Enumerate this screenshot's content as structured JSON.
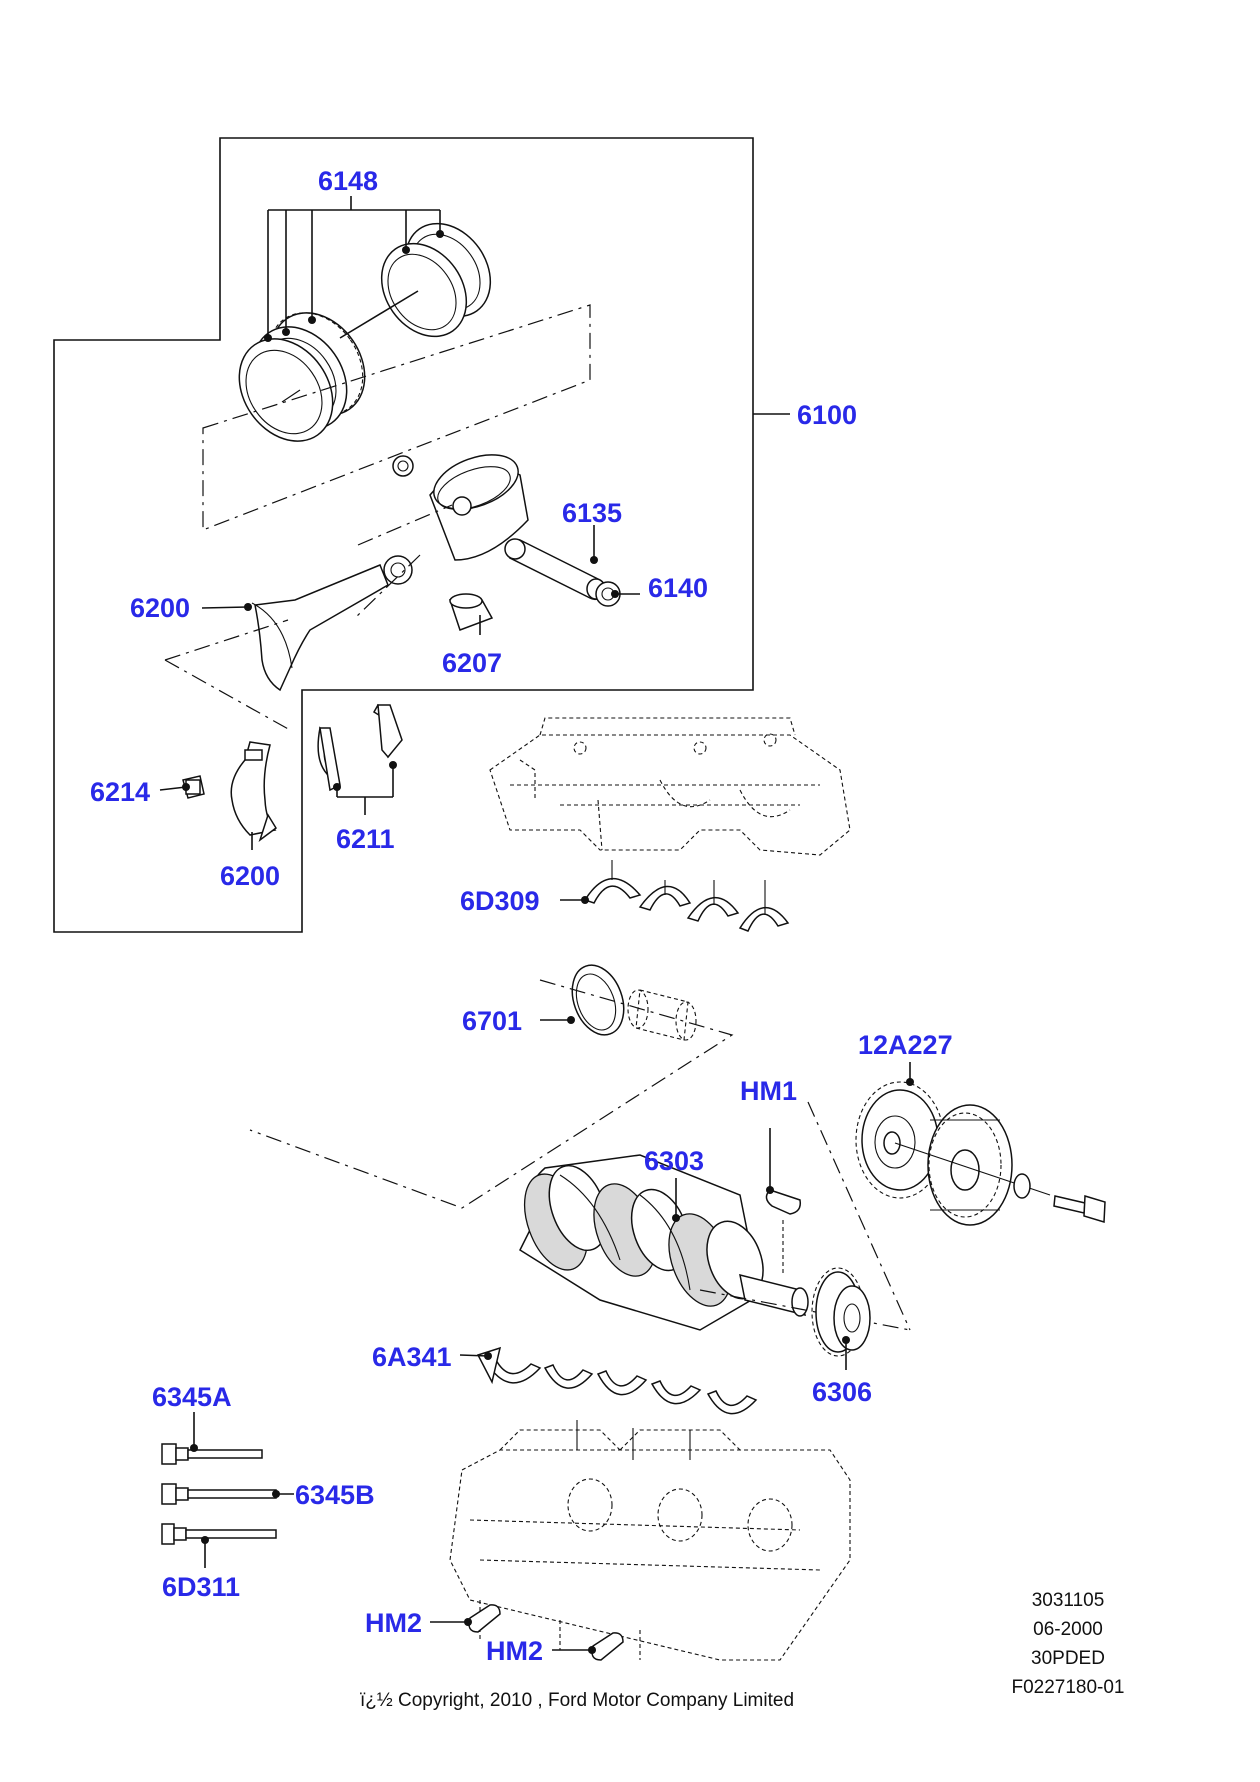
{
  "callouts": {
    "c6148": "6148",
    "c6100": "6100",
    "c6135": "6135",
    "c6140": "6140",
    "c6200a": "6200",
    "c6207": "6207",
    "c6214": "6214",
    "c6200b": "6200",
    "c6211": "6211",
    "c6D309": "6D309",
    "c6701": "6701",
    "c12A227": "12A227",
    "cHM1": "HM1",
    "c6303": "6303",
    "c6A341": "6A341",
    "c6306": "6306",
    "c6345A": "6345A",
    "c6345B": "6345B",
    "c6D311": "6D311",
    "cHM2a": "HM2",
    "cHM2b": "HM2"
  },
  "footer": {
    "copyright": "ï¿½ Copyright, 2010 , Ford Motor Company Limited"
  },
  "meta": {
    "code": "3031105",
    "date": "06-2000",
    "engine": "30PDED",
    "ref": "F0227180-01"
  },
  "colors": {
    "callout": "#2929e8",
    "line": "#111111"
  }
}
